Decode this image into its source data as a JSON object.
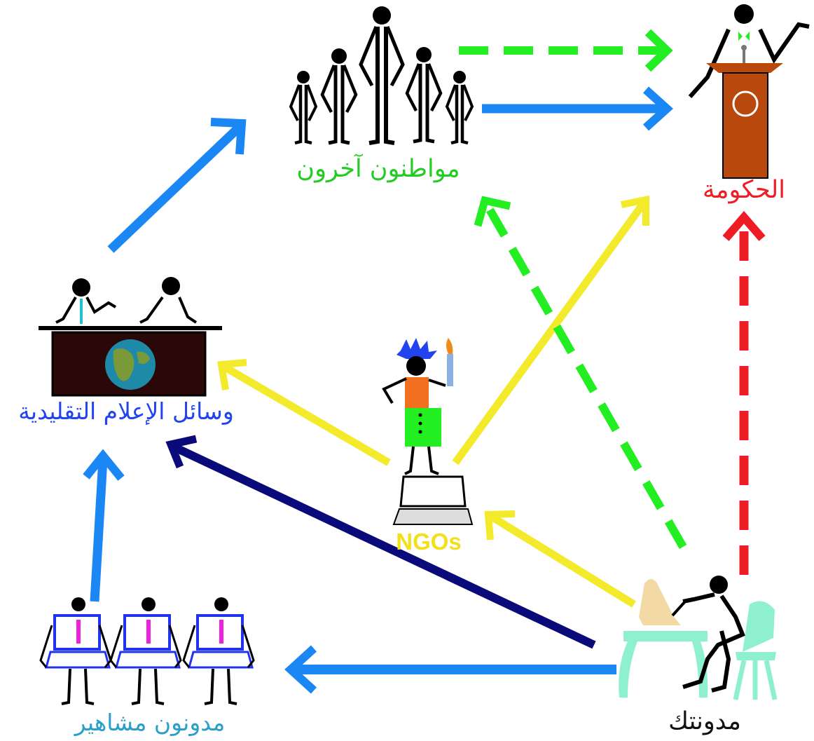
{
  "labels": {
    "other_citizens": "مواطنون آخرون",
    "government": "الحكومة",
    "traditional_media": "وسائل الإعلام التقليدية",
    "ngos": "NGOs",
    "famous_bloggers": "مدونون مشاهير",
    "your_blog": "مدونتك"
  },
  "colors": {
    "citizens_label": "#22cc22",
    "government_label": "#ee1c24",
    "media_label": "#2244ee",
    "ngos_label": "#f2e01a",
    "famous_label": "#2aa0c8",
    "blog_label": "#111111",
    "blue_arrow": "#1b87f5",
    "dark_arrow": "#0a0a7a",
    "yellow_arrow": "#f2ea2a",
    "green_dashed": "#22ee22",
    "red_dashed": "#ee1c24"
  },
  "edges": [
    {
      "from": "traditional_media",
      "to": "other_citizens",
      "style": "blue solid"
    },
    {
      "from": "other_citizens",
      "to": "government",
      "style": "blue solid"
    },
    {
      "from": "other_citizens",
      "to": "government",
      "style": "green dashed"
    },
    {
      "from": "famous_bloggers",
      "to": "traditional_media",
      "style": "blue solid"
    },
    {
      "from": "your_blog",
      "to": "famous_bloggers",
      "style": "blue solid"
    },
    {
      "from": "your_blog",
      "to": "traditional_media",
      "style": "dark blue solid"
    },
    {
      "from": "your_blog",
      "to": "ngos",
      "style": "yellow solid"
    },
    {
      "from": "ngos",
      "to": "traditional_media",
      "style": "yellow solid"
    },
    {
      "from": "ngos",
      "to": "government",
      "style": "yellow solid"
    },
    {
      "from": "your_blog",
      "to": "other_citizens",
      "style": "green dashed"
    },
    {
      "from": "your_blog",
      "to": "government",
      "style": "red dashed"
    }
  ]
}
